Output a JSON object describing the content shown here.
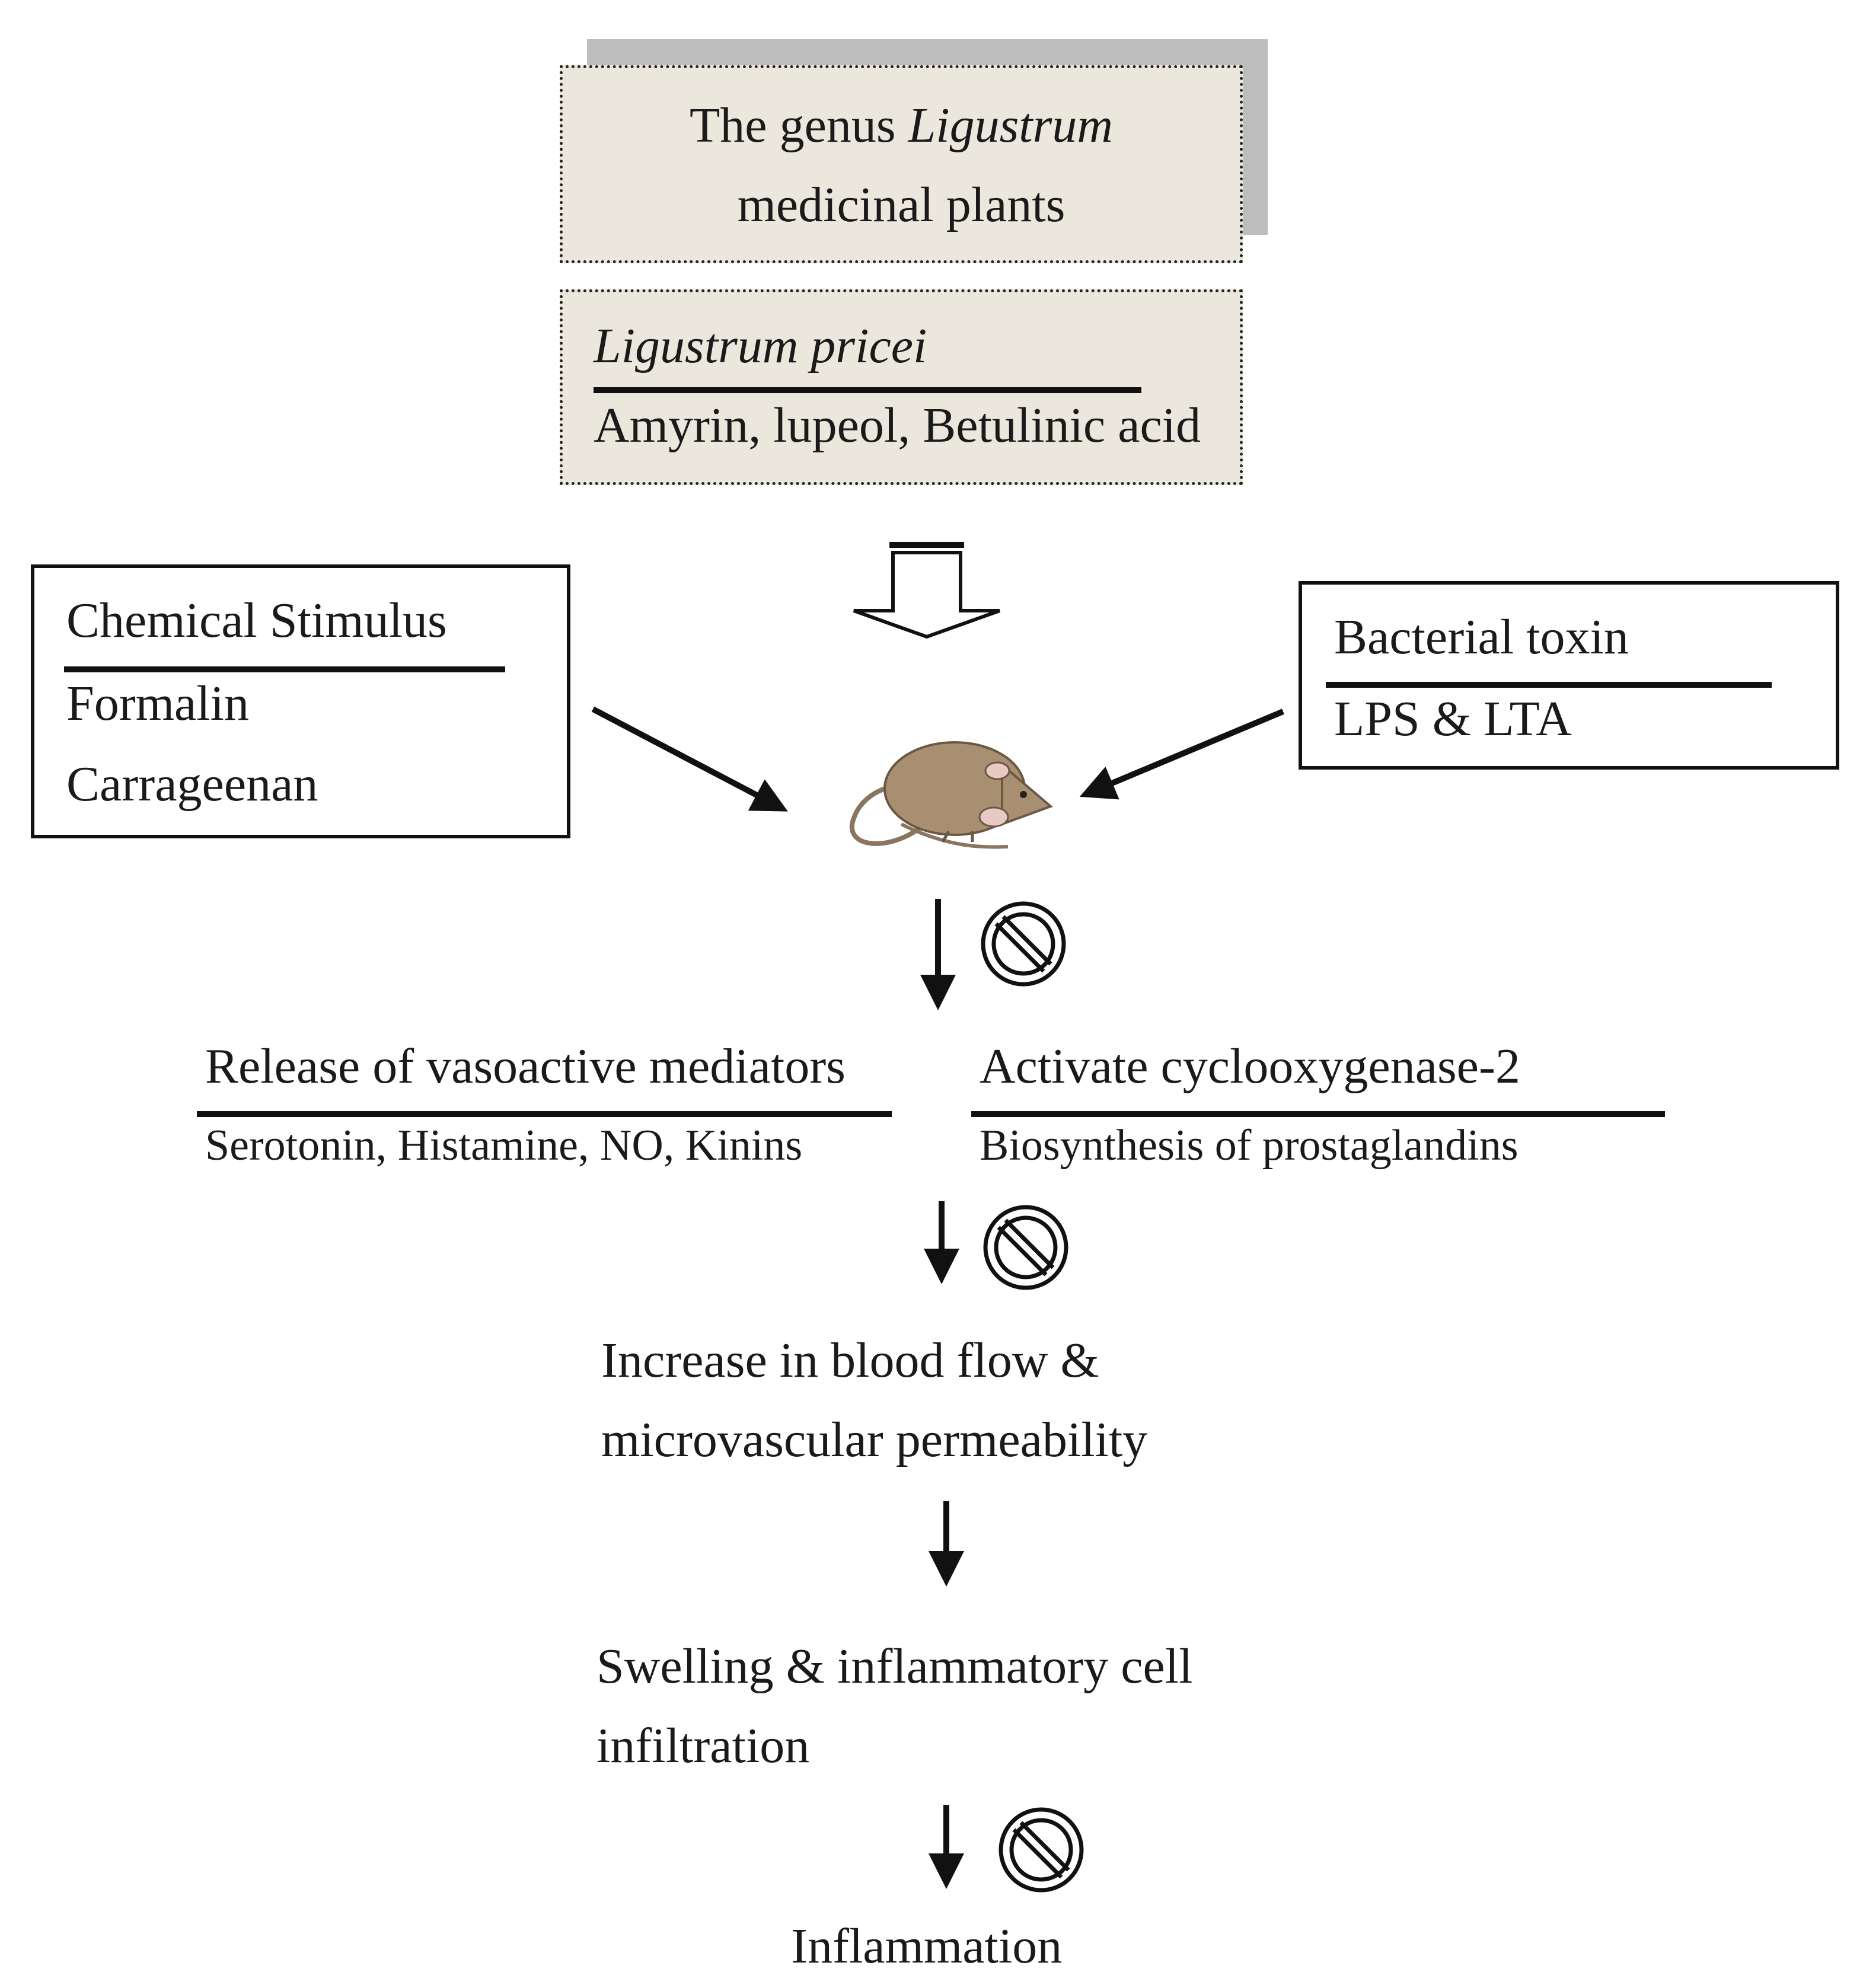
{
  "top_box": {
    "line1_prefix": "The genus ",
    "line1_italic": "Ligustrum",
    "line2": "medicinal plants"
  },
  "species_box": {
    "title": "Ligustrum pricei",
    "compounds": "Amyrin, lupeol, Betulinic acid"
  },
  "chemical_box": {
    "title": "Chemical Stimulus",
    "item1": "Formalin",
    "item2": "Carrageenan"
  },
  "bacterial_box": {
    "title": "Bacterial toxin",
    "item1": "LPS & LTA"
  },
  "mediators": {
    "title": "Release of vasoactive mediators",
    "sub": "Serotonin, Histamine, NO, Kinins"
  },
  "cox2": {
    "title": "Activate cyclooxygenase-2",
    "sub": "Biosynthesis of prostaglandins"
  },
  "blood_flow": {
    "line1": "Increase in blood flow &",
    "line2": "microvascular permeability"
  },
  "swelling": {
    "line1": "Swelling & inflammatory cell",
    "line2": "infiltration"
  },
  "outcome": "Inflammation",
  "icons": {
    "animal": "mouse-icon",
    "inhibit": "prohibition-icon",
    "treatment_arrow": "hollow-down-arrow-icon"
  },
  "colors": {
    "beige_fill": "#ebe7dd",
    "shadow": "#bdbdbd",
    "mouse_body": "#a88f72"
  }
}
